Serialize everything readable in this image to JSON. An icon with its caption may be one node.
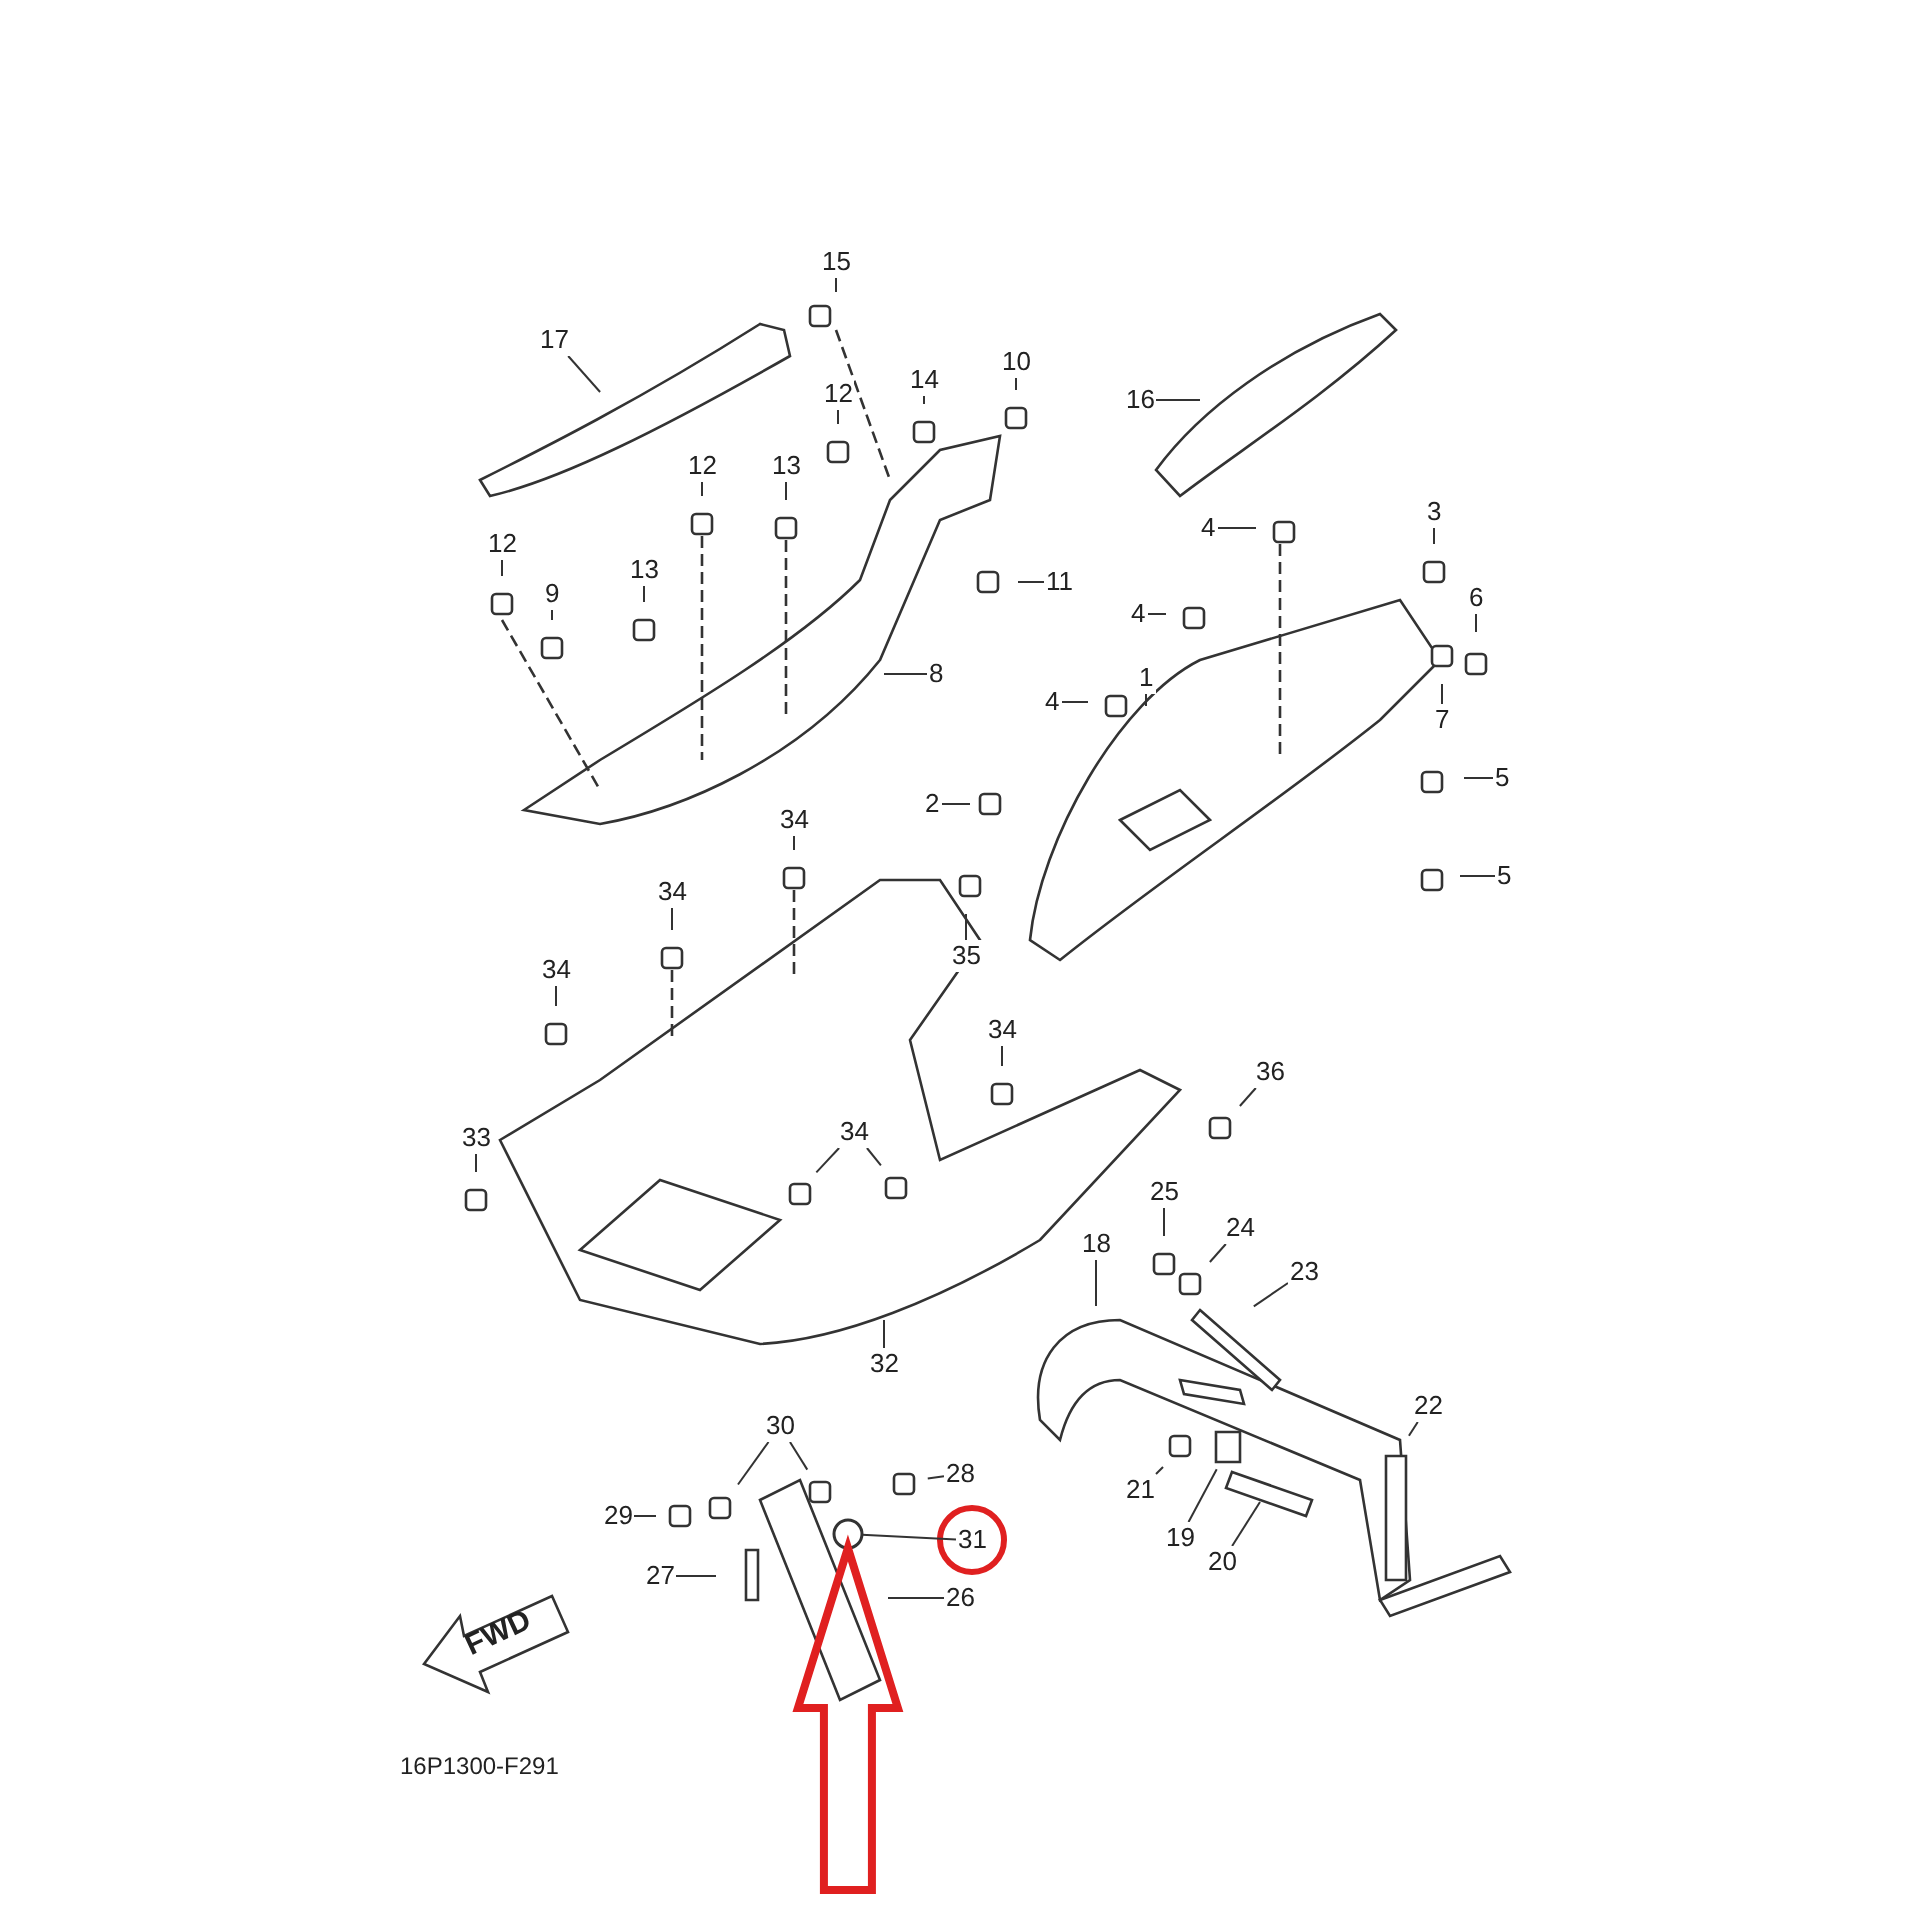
{
  "diagram": {
    "nodes": [
      {
        "text": [
          "15"
        ]
      },
      {
        "text": [
          "17"
        ]
      },
      {
        "text": [
          "14"
        ]
      },
      {
        "text": [
          "10"
        ]
      },
      {
        "text": [
          "16"
        ]
      },
      {
        "text": [
          "12"
        ]
      },
      {
        "text": [
          "12"
        ]
      },
      {
        "text": [
          "13"
        ]
      },
      {
        "text": [
          "4"
        ]
      },
      {
        "text": [
          "3"
        ]
      },
      {
        "text": [
          "12"
        ]
      },
      {
        "text": [
          "13"
        ]
      },
      {
        "text": [
          "9"
        ]
      },
      {
        "text": [
          "11"
        ]
      },
      {
        "text": [
          "6"
        ]
      },
      {
        "text": [
          "4"
        ]
      },
      {
        "text": [
          "8"
        ]
      },
      {
        "text": [
          "1"
        ]
      },
      {
        "text": [
          "4"
        ]
      },
      {
        "text": [
          "7"
        ]
      },
      {
        "text": [
          "5"
        ]
      },
      {
        "text": [
          "2"
        ]
      },
      {
        "text": [
          "34"
        ]
      },
      {
        "text": [
          "5"
        ]
      },
      {
        "text": [
          "34"
        ]
      },
      {
        "text": [
          "35"
        ]
      },
      {
        "text": [
          "34"
        ]
      },
      {
        "text": [
          "34"
        ]
      },
      {
        "text": [
          "36"
        ]
      },
      {
        "text": [
          "34"
        ]
      },
      {
        "text": [
          "33"
        ]
      },
      {
        "text": [
          "25"
        ]
      },
      {
        "text": [
          "24"
        ]
      },
      {
        "text": [
          "18"
        ]
      },
      {
        "text": [
          "23"
        ]
      },
      {
        "text": [
          "32"
        ]
      },
      {
        "text": [
          "22"
        ]
      },
      {
        "text": [
          "30"
        ]
      },
      {
        "text": [
          "28"
        ]
      },
      {
        "text": [
          "21"
        ]
      },
      {
        "text": [
          "29"
        ]
      },
      {
        "text": [
          "31"
        ]
      },
      {
        "text": [
          "19"
        ]
      },
      {
        "text": [
          "20"
        ]
      },
      {
        "text": [
          "27"
        ]
      },
      {
        "text": [
          "26"
        ]
      },
      {
        "text": [],
        "shape": "circle"
      }
    ],
    "edges": [
      {
        "from": 0,
        "to": null,
        "arrow": "none"
      },
      {
        "from": 1,
        "to": null,
        "arrow": "none"
      },
      {
        "from": 2,
        "to": null,
        "arrow": "none"
      },
      {
        "from": 3,
        "to": null,
        "arrow": "none"
      },
      {
        "from": 4,
        "to": null,
        "arrow": "none"
      },
      {
        "from": 5,
        "to": null,
        "arrow": "none"
      },
      {
        "from": 6,
        "to": null,
        "arrow": "none"
      },
      {
        "from": 7,
        "to": null,
        "arrow": "none"
      },
      {
        "from": 8,
        "to": null,
        "arrow": "none"
      },
      {
        "from": 9,
        "to": null,
        "arrow": "none"
      },
      {
        "from": 10,
        "to": null,
        "arrow": "none"
      },
      {
        "from": 11,
        "to": null,
        "arrow": "none"
      },
      {
        "from": 12,
        "to": null,
        "arrow": "none"
      },
      {
        "from": 13,
        "to": null,
        "arrow": "none"
      },
      {
        "from": 14,
        "to": null,
        "arrow": "none"
      },
      {
        "from": 15,
        "to": null,
        "arrow": "none"
      },
      {
        "from": 16,
        "to": null,
        "arrow": "none"
      },
      {
        "from": 17,
        "to": null,
        "arrow": "none"
      },
      {
        "from": 18,
        "to": null,
        "arrow": "none"
      },
      {
        "from": 19,
        "to": null,
        "arrow": "none"
      },
      {
        "from": 20,
        "to": null,
        "arrow": "none"
      },
      {
        "from": 21,
        "to": null,
        "arrow": "none"
      },
      {
        "from": 22,
        "to": null,
        "arrow": "none"
      },
      {
        "from": 23,
        "to": null,
        "arrow": "none"
      },
      {
        "from": 24,
        "to": null,
        "arrow": "none"
      },
      {
        "from": 25,
        "to": null,
        "arrow": "none"
      },
      {
        "from": 26,
        "to": null,
        "arrow": "none"
      },
      {
        "from": 27,
        "to": null,
        "arrow": "none"
      },
      {
        "from": 28,
        "to": null,
        "arrow": "none"
      },
      {
        "from": 29,
        "to": null,
        "arrow": "none"
      },
      {
        "from": 30,
        "to": null,
        "arrow": "none"
      },
      {
        "from": 31,
        "to": null,
        "arrow": "none"
      },
      {
        "from": 32,
        "to": null,
        "arrow": "none"
      },
      {
        "from": 33,
        "to": null,
        "arrow": "none"
      },
      {
        "from": 34,
        "to": null,
        "arrow": "none"
      },
      {
        "from": 35,
        "to": null,
        "arrow": "none"
      },
      {
        "from": 36,
        "to": null,
        "arrow": "none"
      },
      {
        "from": 37,
        "to": null,
        "arrow": "none"
      },
      {
        "from": 38,
        "to": null,
        "arrow": "none"
      },
      {
        "from": 39,
        "to": null,
        "arrow": "none"
      },
      {
        "from": 40,
        "to": null,
        "arrow": "none"
      },
      {
        "from": 41,
        "to": 46,
        "arrow": "none"
      },
      {
        "from": 42,
        "to": null,
        "arrow": "none"
      },
      {
        "from": 43,
        "to": null,
        "arrow": "none"
      },
      {
        "from": 44,
        "to": null,
        "arrow": "none"
      },
      {
        "from": 45,
        "to": null,
        "arrow": "none"
      },
      {
        "from": 29,
        "to": null,
        "arrow": "none"
      },
      {
        "from": 37,
        "to": null,
        "arrow": "none"
      },
      {
        "from": null,
        "to": 46,
        "arrow": "to",
        "style": "thick",
        "color": "#e02020"
      }
    ],
    "labels": [
      "FWD",
      "16P1300-F291"
    ]
  }
}
